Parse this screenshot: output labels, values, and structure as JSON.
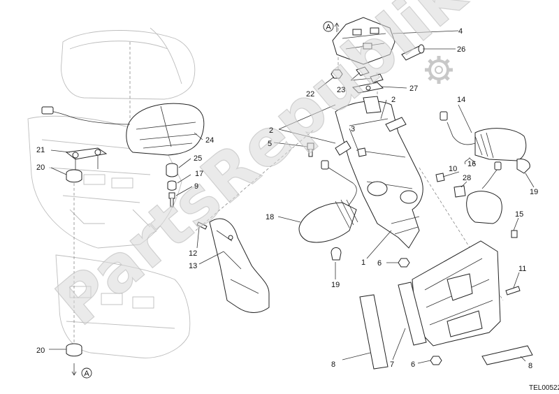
{
  "watermark": "PartsRepublik",
  "diagram_code": "TEL00522",
  "ref_marker": "A",
  "callouts": [
    "1",
    "2",
    "3",
    "4",
    "5",
    "6",
    "7",
    "8",
    "9",
    "10",
    "11",
    "12",
    "13",
    "14",
    "15",
    "16",
    "17",
    "18",
    "19",
    "20",
    "21",
    "22",
    "23",
    "24",
    "25",
    "26",
    "27",
    "28"
  ]
}
